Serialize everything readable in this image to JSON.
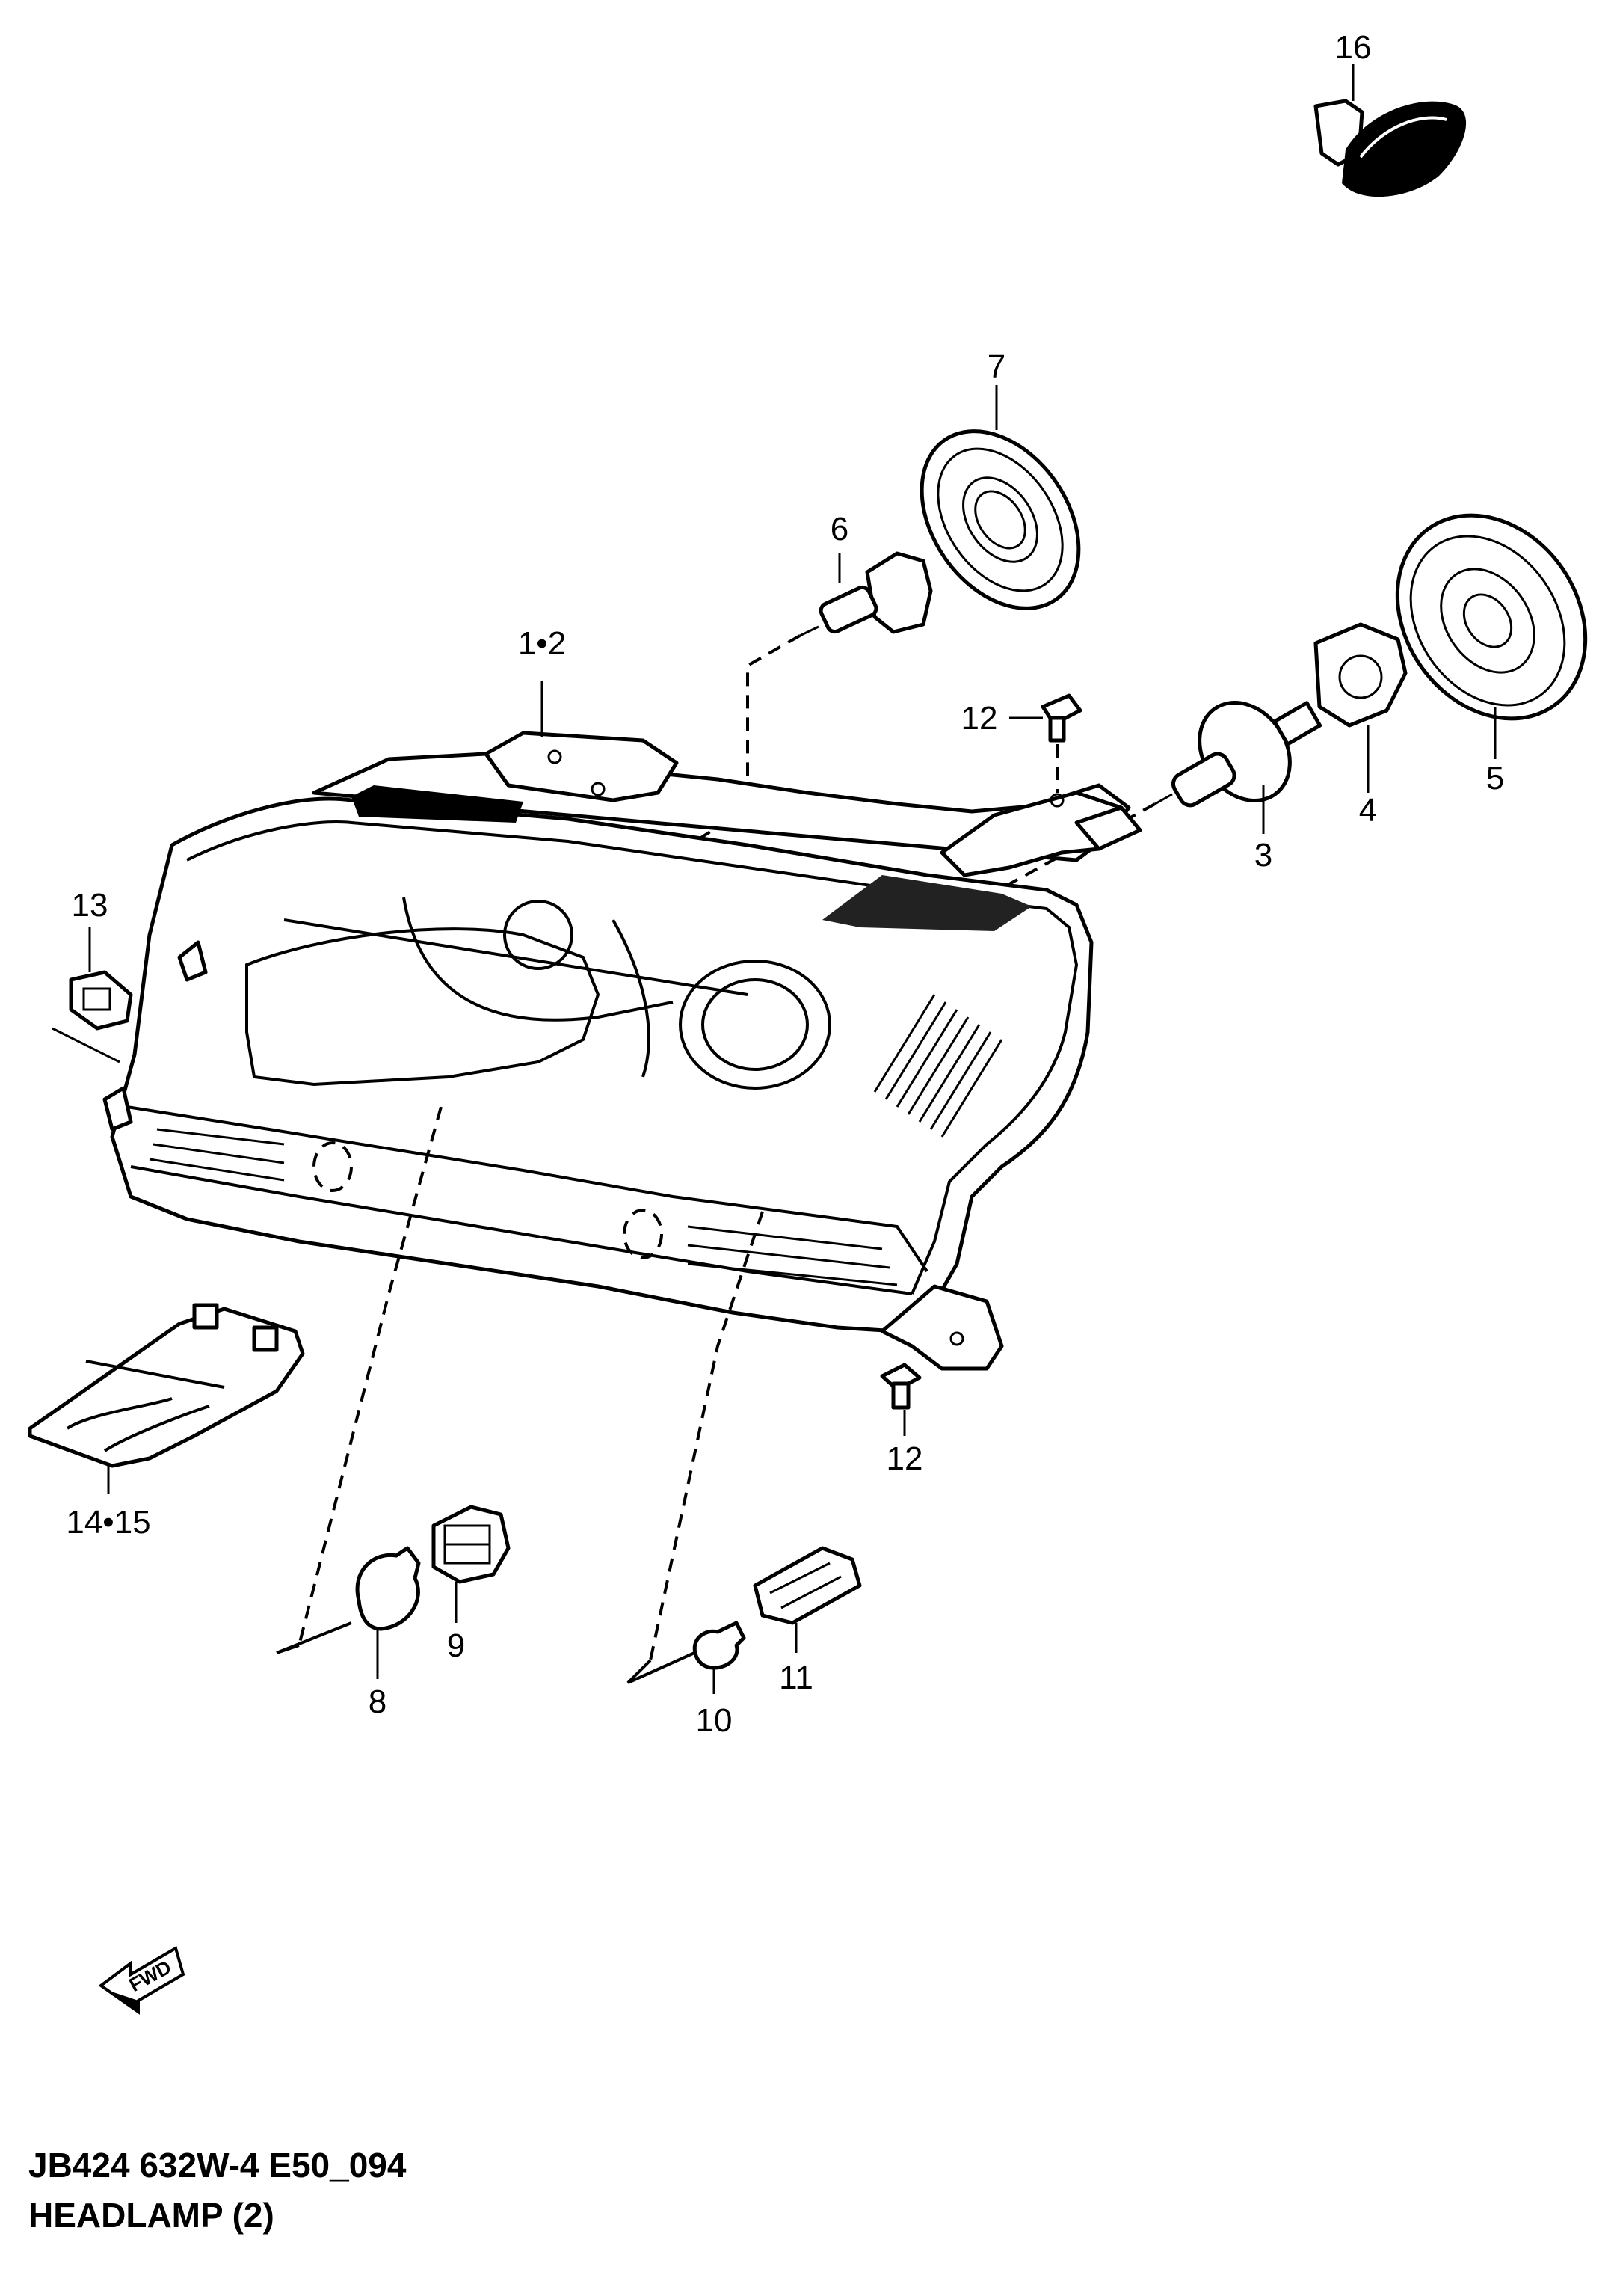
{
  "diagram": {
    "callouts": [
      {
        "id": "c16",
        "text": "16"
      },
      {
        "id": "c7",
        "text": "7"
      },
      {
        "id": "c6",
        "text": "6"
      },
      {
        "id": "c1_2",
        "text": "1•2"
      },
      {
        "id": "c12a",
        "text": "12"
      },
      {
        "id": "c5",
        "text": "5"
      },
      {
        "id": "c4",
        "text": "4"
      },
      {
        "id": "c3",
        "text": "3"
      },
      {
        "id": "c13",
        "text": "13"
      },
      {
        "id": "c12b",
        "text": "12"
      },
      {
        "id": "c14_15",
        "text": "14•15"
      },
      {
        "id": "c9",
        "text": "9"
      },
      {
        "id": "c8",
        "text": "8"
      },
      {
        "id": "c11",
        "text": "11"
      },
      {
        "id": "c10",
        "text": "10"
      }
    ],
    "fwd_arrow_text": "FWD"
  },
  "footer": {
    "code": "JB424 632W-4 E50_094",
    "title": "HEADLAMP (2)"
  }
}
